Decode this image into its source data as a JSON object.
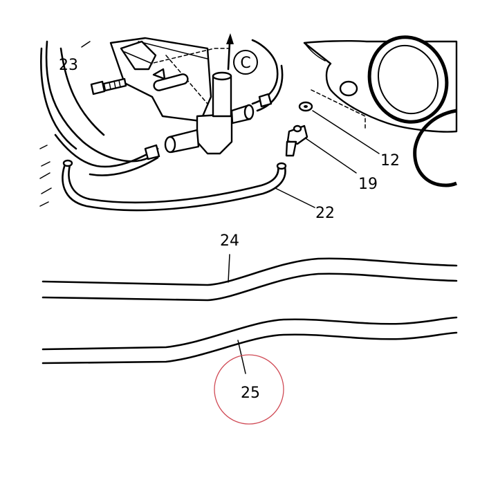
{
  "callouts": {
    "c23": "23",
    "c12": "12",
    "c19": "19",
    "c22": "22",
    "c24": "24",
    "c25": "25",
    "view": "C"
  },
  "highlight_color": "#d04a55"
}
